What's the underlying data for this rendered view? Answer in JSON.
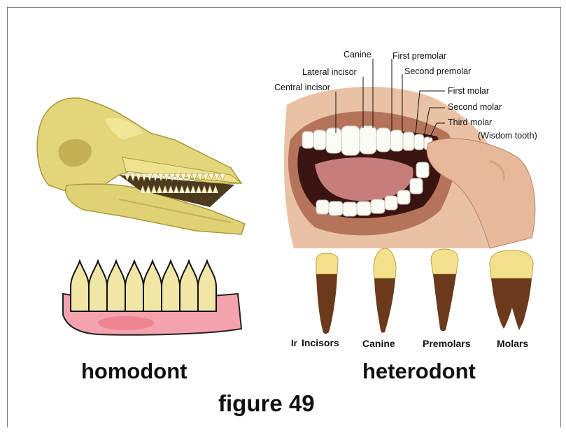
{
  "mouth_labels": {
    "canine": "Canine",
    "first_premolar": "First premolar",
    "lateral_incisor": "Lateral incisor",
    "second_premolar": "Second premolar",
    "central_incisor": "Central incisor",
    "first_molar": "First molar",
    "second_molar": "Second molar",
    "third_molar": "Third molar",
    "wisdom_tooth": "(Wisdom tooth)"
  },
  "tooth_types": {
    "stray_mark": "Ir",
    "incisors": "Incisors",
    "canine": "Canine",
    "premolars": "Premolars",
    "molars": "Molars"
  },
  "captions": {
    "homodont": "homodont",
    "heterodont": "heterodont",
    "figure": "figure 49"
  },
  "colors": {
    "bone": "#e6dc86",
    "enamel": "#f2e08a",
    "root": "#6b3a1c",
    "gum": "#f08a9a",
    "lip": "#b5745a"
  }
}
